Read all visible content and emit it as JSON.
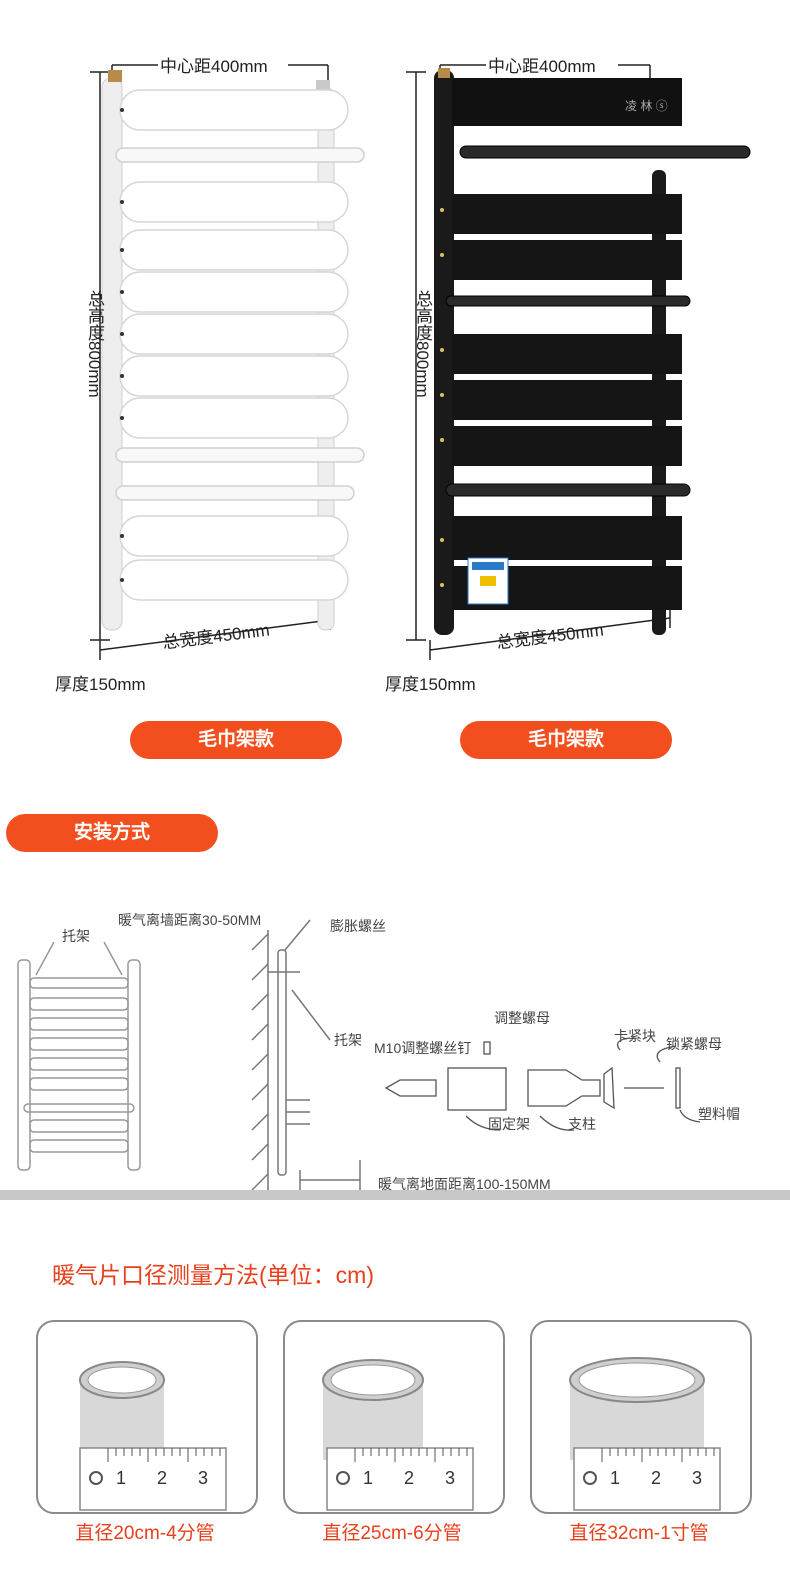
{
  "products": [
    {
      "center_distance": "中心距400mm",
      "total_height": "总高度800mm",
      "total_width": "总宽度450mm",
      "thickness": "厚度150mm",
      "style_button": "毛巾架款",
      "finish": "white",
      "brand_mark": ""
    },
    {
      "center_distance": "中心距400mm",
      "total_height": "总高度800mm",
      "total_width": "总宽度450mm",
      "thickness": "厚度150mm",
      "style_button": "毛巾架款",
      "finish": "black",
      "brand_mark": "凌 林 ⓢ"
    }
  ],
  "install": {
    "title": "安装方式",
    "labels": {
      "bracket_top": "托架",
      "wall_distance": "暖气离墙距离30-50MM",
      "expansion_screw": "膨胀螺丝",
      "bracket_side": "托架",
      "m10_screw": "M10调整螺丝钉",
      "adjust_nut": "调整螺母",
      "clamp_block": "卡紧块",
      "lock_nut": "锁紧螺母",
      "fixed_frame": "固定架",
      "pillar": "支柱",
      "plastic_cap": "塑料帽",
      "floor_distance": "暖气离地面距离100-150MM"
    }
  },
  "measure": {
    "title": "暖气片口径测量方法(单位：cm)",
    "ruler_ticks": [
      "1",
      "2",
      "3"
    ],
    "cards": [
      {
        "caption": "直径20cm-4分管"
      },
      {
        "caption": "直径25cm-6分管"
      },
      {
        "caption": "直径32cm-1寸管"
      }
    ]
  },
  "colors": {
    "accent": "#f24e1e",
    "caption": "#e8401c",
    "separator": "#c8c8c8"
  }
}
